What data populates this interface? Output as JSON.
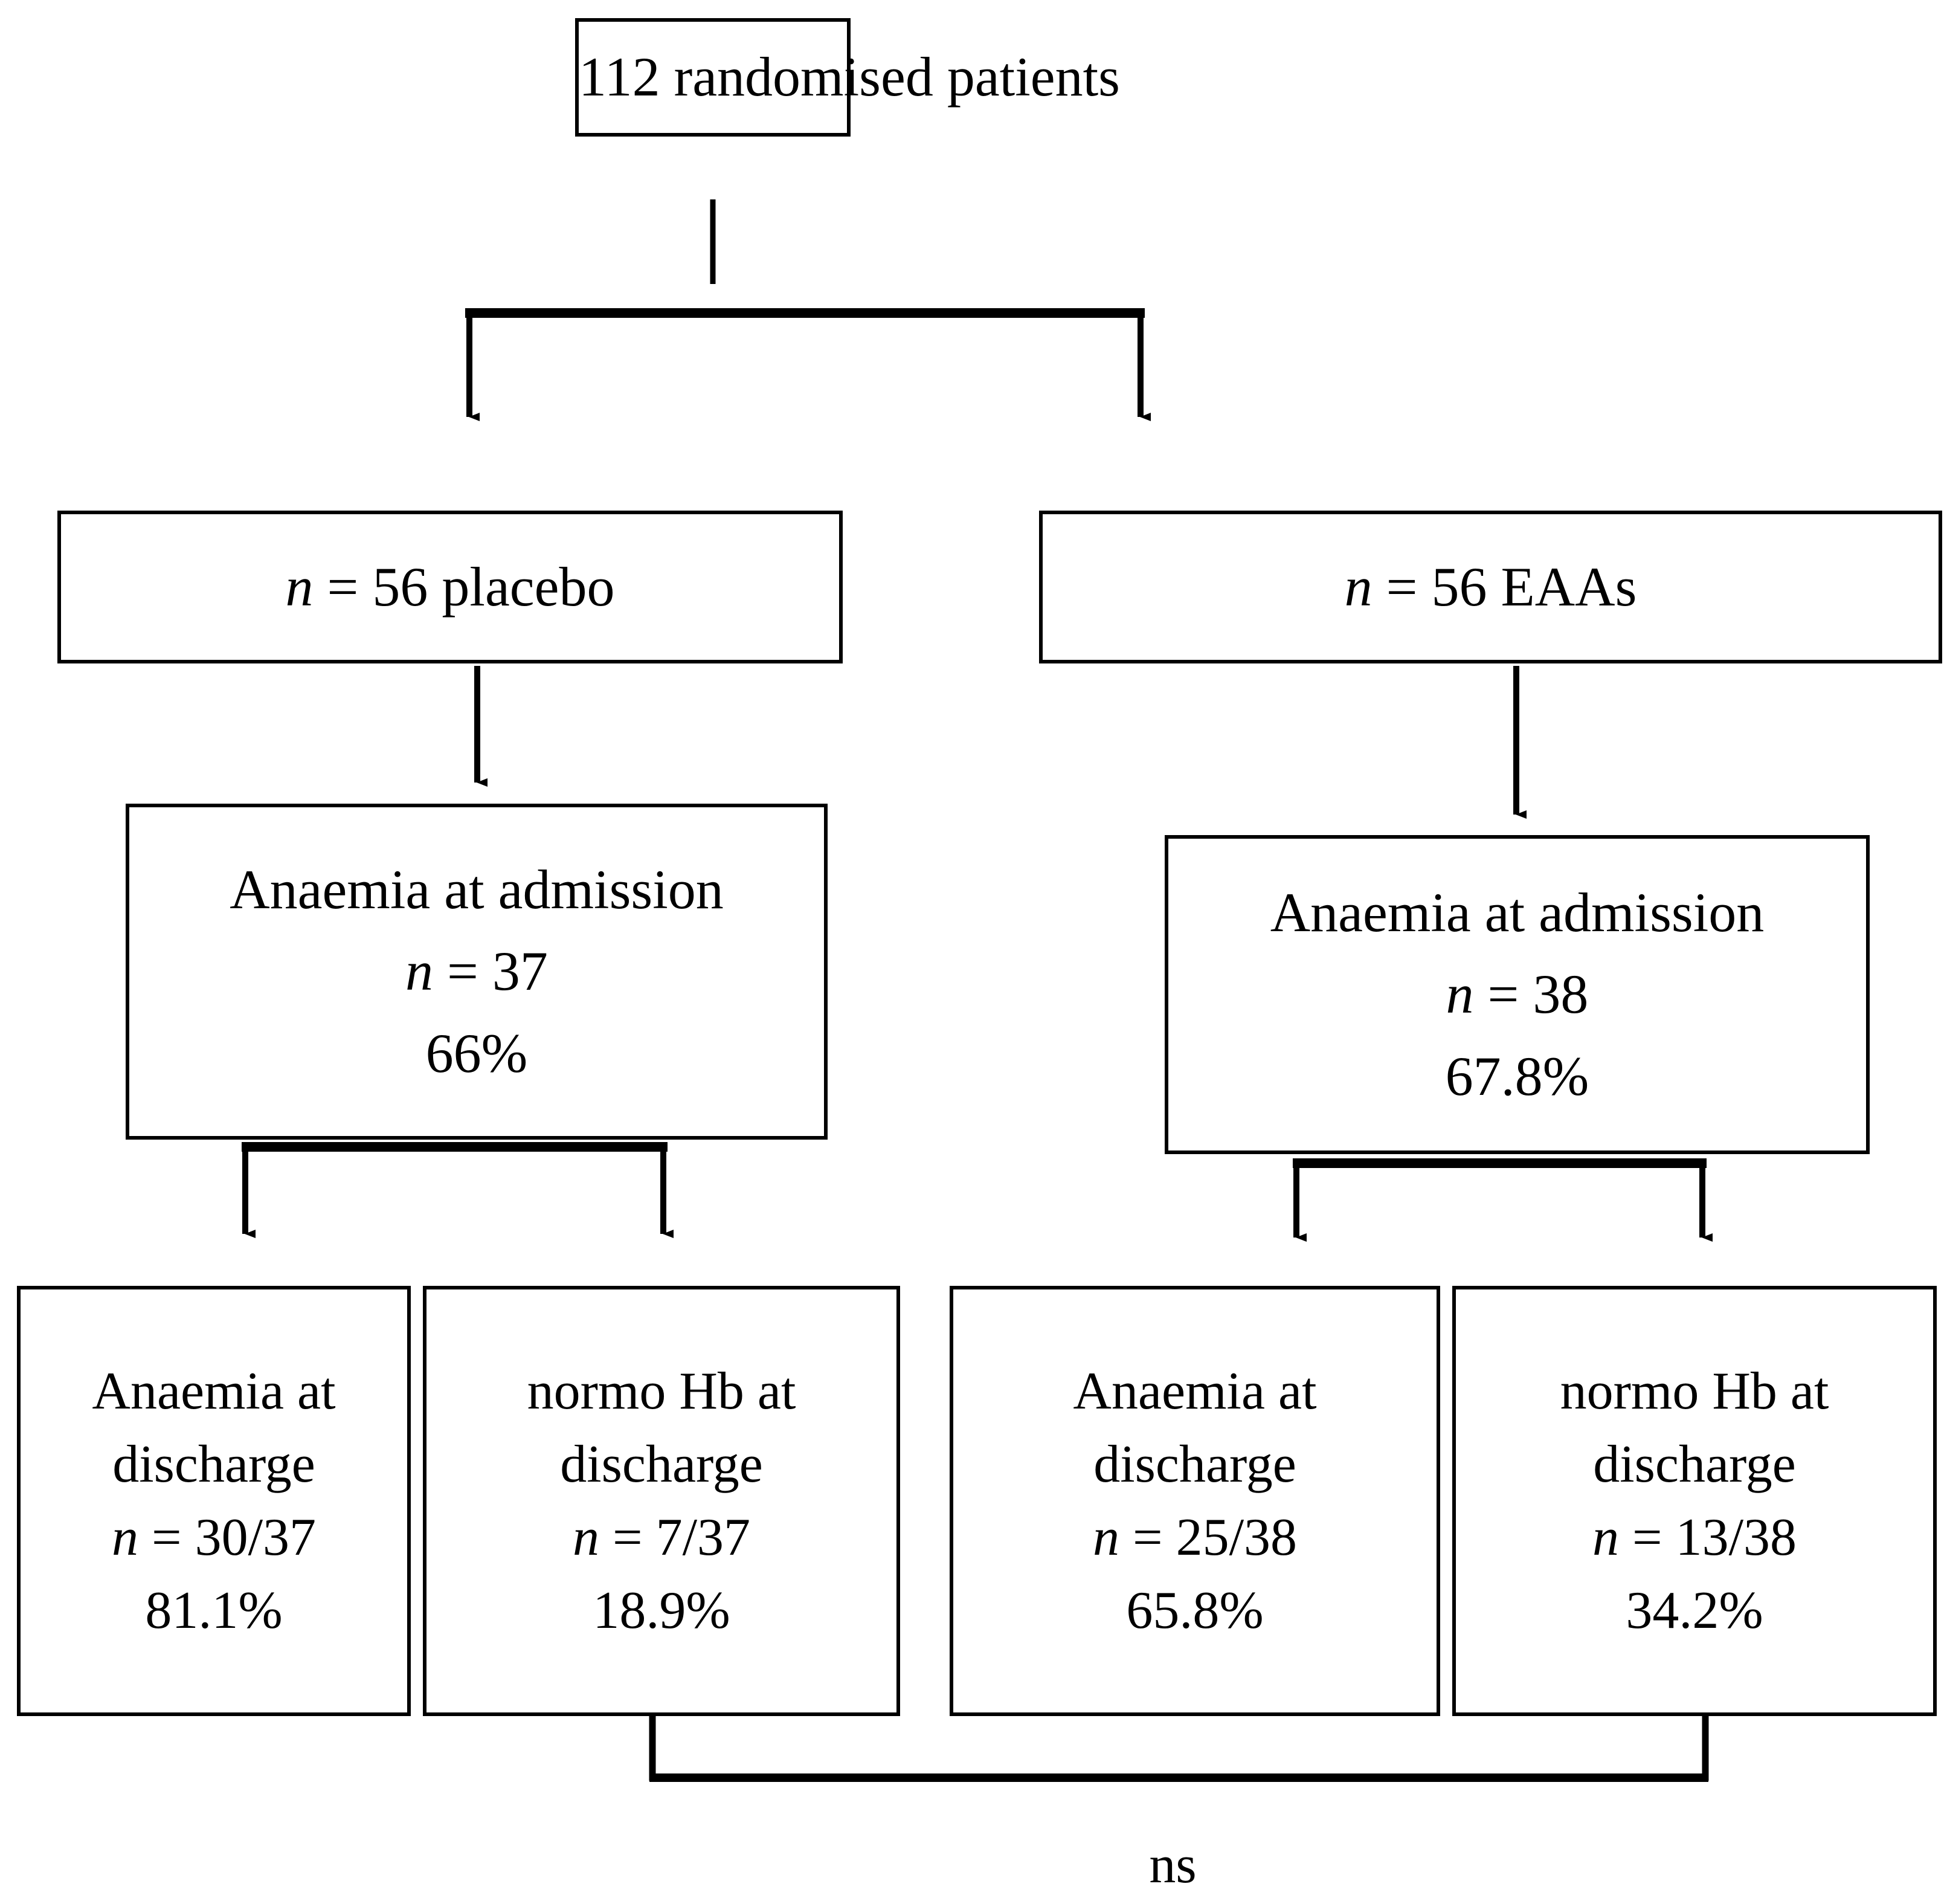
{
  "diagram": {
    "title": "Patient flow diagram - anaemia at admission and discharge",
    "line_color": "#000000",
    "background_color": "#ffffff"
  },
  "nodes": {
    "randomised": {
      "lines": [
        "112 randomised patients"
      ]
    },
    "placebo": {
      "n_label": "n",
      "rest": " = 56 placebo"
    },
    "eaas": {
      "n_label": "n",
      "rest": " = 56 EAAs"
    },
    "admission_placebo": {
      "line1": "Anaemia at admission",
      "n_label": "n",
      "n_rest": " = 37",
      "percent": "66%"
    },
    "admission_eaas": {
      "line1": "Anaemia at admission",
      "n_label": "n",
      "n_rest": " = 38",
      "percent": "67.8%"
    },
    "leaves": [
      {
        "line1": "Anaemia at",
        "line2": "discharge",
        "n_label": "n",
        "n_rest": " = 30/37",
        "percent": "81.1%"
      },
      {
        "line1": "normo Hb at",
        "line2": "discharge",
        "n_label": "n",
        "n_rest": " = 7/37",
        "percent": "18.9%"
      },
      {
        "line1": "Anaemia at",
        "line2": "discharge",
        "n_label": "n",
        "n_rest": " = 25/38",
        "percent": "65.8%"
      },
      {
        "line1": "normo Hb at",
        "line2": "discharge",
        "n_label": "n",
        "n_rest": " = 13/38",
        "percent": "34.2%"
      }
    ]
  },
  "annotations": {
    "comparison_significance": "ns"
  },
  "chart_data": {
    "type": "table",
    "title": "112 randomised patients",
    "groups": [
      {
        "arm": "placebo",
        "n_randomised": 56,
        "anaemia_at_admission_n": 37,
        "anaemia_at_admission_pct": 66,
        "anaemia_at_discharge_n": 30,
        "anaemia_at_discharge_denominator": 37,
        "anaemia_at_discharge_pct": 81.1,
        "normo_hb_at_discharge_n": 7,
        "normo_hb_at_discharge_denominator": 37,
        "normo_hb_at_discharge_pct": 18.9
      },
      {
        "arm": "EAAs",
        "n_randomised": 56,
        "anaemia_at_admission_n": 38,
        "anaemia_at_admission_pct": 67.8,
        "anaemia_at_discharge_n": 25,
        "anaemia_at_discharge_denominator": 38,
        "anaemia_at_discharge_pct": 65.8,
        "normo_hb_at_discharge_n": 13,
        "normo_hb_at_discharge_denominator": 38,
        "normo_hb_at_discharge_pct": 34.2
      }
    ],
    "total_randomised": 112,
    "significance_label": "ns"
  }
}
